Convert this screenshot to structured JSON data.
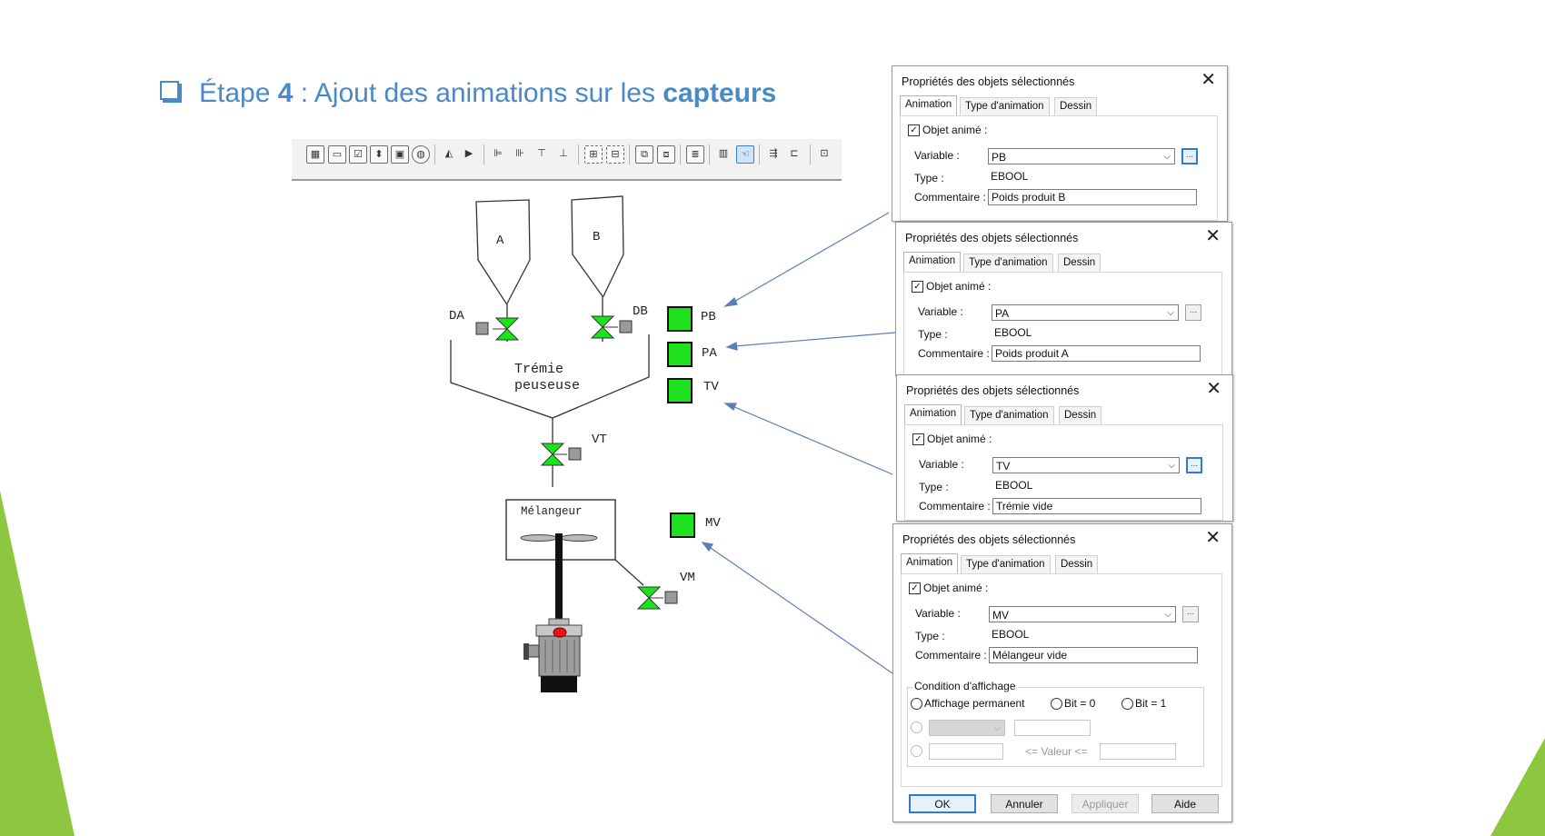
{
  "slide": {
    "title_prefix": "Étape ",
    "title_step": "4",
    "title_middle": " : Ajout des animations sur les ",
    "title_bold": "capteurs",
    "accent_color": "#4a8ac4",
    "corner_color": "#8dc63f"
  },
  "toolbar": {
    "icons": [
      "numeric-display-icon",
      "rectangle-icon",
      "checkbox-icon",
      "spinner-icon",
      "text-box-icon",
      "gauge-icon",
      "mirror-icon",
      "arrow-icon",
      "align-left-icon",
      "align-right-icon",
      "align-top-icon",
      "align-bottom-icon",
      "group-icon",
      "ungroup-icon",
      "bring-front-icon",
      "send-back-icon",
      "properties-icon",
      "grid-icon",
      "animation-pointer-icon",
      "distribute-h-icon",
      "distribute-v-icon",
      "more-icon"
    ]
  },
  "diagram": {
    "hopper_a": "A",
    "hopper_b": "B",
    "valve_da": "DA",
    "valve_db": "DB",
    "hopper_main_line1": "Trémie",
    "hopper_main_line2": "peuseuse",
    "valve_vt": "VT",
    "mixer": "Mélangeur",
    "valve_vm": "VM",
    "sensor_pb": "PB",
    "sensor_pa": "PA",
    "sensor_tv": "TV",
    "sensor_mv": "MV",
    "valve_color": "#19e619",
    "sensor_color": "#1ee21e"
  },
  "dialogs": [
    {
      "title": "Propriétés des objets sélectionnés",
      "tabs": [
        "Animation",
        "Type d'animation",
        "Dessin"
      ],
      "animated_label": "Objet animé :",
      "variable_label": "Variable :",
      "variable_value": "PB",
      "type_label": "Type :",
      "type_value": "EBOOL",
      "comment_label": "Commentaire :",
      "comment_value": "Poids produit B"
    },
    {
      "title": "Propriétés des objets sélectionnés",
      "tabs": [
        "Animation",
        "Type d'animation",
        "Dessin"
      ],
      "animated_label": "Objet animé :",
      "variable_label": "Variable :",
      "variable_value": "PA",
      "type_label": "Type :",
      "type_value": "EBOOL",
      "comment_label": "Commentaire :",
      "comment_value": "Poids produit A"
    },
    {
      "title": "Propriétés des objets sélectionnés",
      "tabs": [
        "Animation",
        "Type d'animation",
        "Dessin"
      ],
      "animated_label": "Objet animé :",
      "variable_label": "Variable :",
      "variable_value": "TV",
      "type_label": "Type :",
      "type_value": "EBOOL",
      "comment_label": "Commentaire :",
      "comment_value": "Trémie vide"
    },
    {
      "title": "Propriétés des objets sélectionnés",
      "tabs": [
        "Animation",
        "Type d'animation",
        "Dessin"
      ],
      "animated_label": "Objet animé :",
      "variable_label": "Variable :",
      "variable_value": "MV",
      "type_label": "Type :",
      "type_value": "EBOOL",
      "comment_label": "Commentaire :",
      "comment_value": "Mélangeur vide",
      "condition_label": "Condition d'affichage",
      "radio_permanent": "Affichage permanent",
      "radio_bit0": "Bit = 0",
      "radio_bit1": "Bit = 1",
      "range_label": "<= Valeur <=",
      "buttons": {
        "ok": "OK",
        "cancel": "Annuler",
        "apply": "Appliquer",
        "help": "Aide"
      }
    }
  ],
  "ellipsis": "..."
}
